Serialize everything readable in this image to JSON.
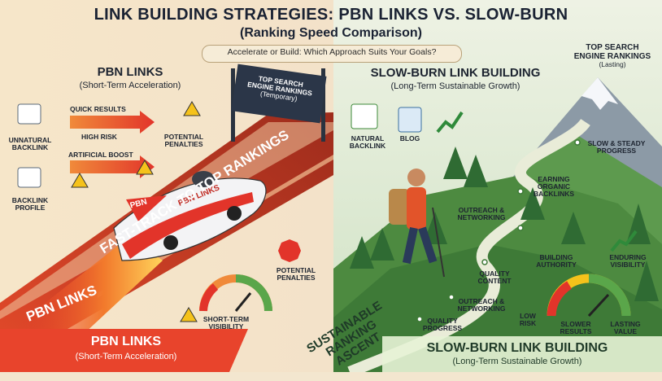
{
  "header": {
    "title": "LINK BUILDING STRATEGIES: PBN LINKS VS. SLOW-BURN",
    "subtitle": "(Ranking Speed Comparison)",
    "question": "Accelerate or Build: Which Approach Suits Your Goals?"
  },
  "left": {
    "heading": "PBN LINKS",
    "subheading": "(Short-Term Acceleration)",
    "quick_results": "QUICK RESULTS",
    "high_risk": "HIGH RISK",
    "artificial_boost": "ARTIFICIAL BOOST",
    "potential_penalties_1": [
      "POTENTIAL",
      "PENALTIES"
    ],
    "unnatural_backlink": [
      "UNNATURAL",
      "BACKLINK"
    ],
    "backlink_profile": [
      "BACKLINK",
      "PROFILE"
    ],
    "sign": [
      "TOP SEARCH",
      "ENGINE RANKINGS",
      "(Temporary)"
    ],
    "car_label": "PBN LINKS",
    "car_fin": "PBN",
    "road_text": "FAST-TRACK TO TOP RANKINGS",
    "rocket_text": "PBN LINKS",
    "potential_penalties_2": [
      "POTENTIAL",
      "PENALTIES"
    ],
    "short_term_visibility": [
      "SHORT-TERM",
      "VISIBILITY"
    ],
    "banner_title": "PBN LINKS",
    "banner_sub": "(Short-Term Acceleration)"
  },
  "right": {
    "heading": "SLOW-BURN LINK BUILDING",
    "subheading": "(Long-Term Sustainable Growth)",
    "natural_backlink": [
      "NATURAL",
      "BACKLINK"
    ],
    "blog": "BLOG",
    "peak": [
      "TOP SEARCH",
      "ENGINE RANKINGS",
      "(Lasting)"
    ],
    "slow_steady": [
      "SLOW & STEADY",
      "PROGRESS"
    ],
    "earning": [
      "EARNING",
      "ORGANIC",
      "BACKLINKS"
    ],
    "outreach_1": [
      "OUTREACH &",
      "NETWORKING"
    ],
    "building_authority": [
      "BUILDING",
      "AUTHORITY"
    ],
    "enduring_visibility": [
      "ENDURING",
      "VISIBILITY"
    ],
    "quality_content": [
      "QUALITY",
      "CONTENT"
    ],
    "outreach_2": [
      "OUTREACH &",
      "NETWORKING"
    ],
    "quality_progress": [
      "QUALITY",
      "PROGRESS"
    ],
    "ascent": [
      "SUSTAINABLE",
      "RANKING",
      "ASCENT"
    ],
    "low_risk": [
      "LOW",
      "RISK"
    ],
    "slower_results": [
      "SLOWER",
      "RESULTS"
    ],
    "lasting_value": [
      "LASTING",
      "VALUE"
    ],
    "banner_title": "SLOW-BURN LINK BUILDING",
    "banner_sub": "(Long-Term Sustainable Growth)"
  },
  "colors": {
    "left_bg": "#f4e3c6",
    "right_bg": "#dcebd6",
    "road": "#c23a22",
    "accent_red": "#e2342a",
    "warning_yellow": "#f5c21b",
    "mountain_green": "#4e8a44"
  },
  "icons": [
    "unnatural-backlink-icon",
    "backlink-profile-icon",
    "warning-icon",
    "natural-backlink-icon",
    "blog-icon",
    "growth-chart-icon",
    "gauge-icon",
    "flag-icon"
  ]
}
